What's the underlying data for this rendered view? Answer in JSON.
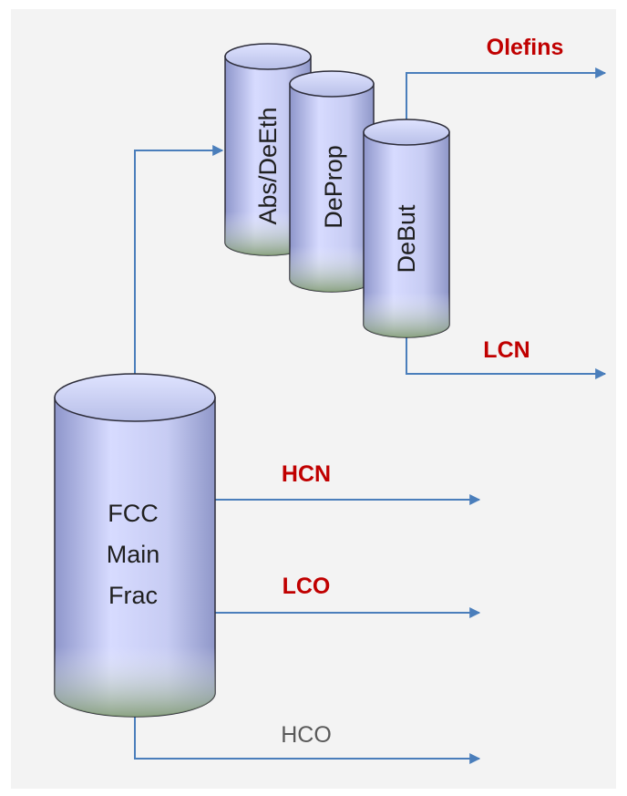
{
  "diagram": {
    "columns": {
      "main_frac": {
        "lines": [
          "FCC",
          "Main",
          "Frac"
        ]
      },
      "abs_deeth": {
        "label": "Abs/DeEth"
      },
      "deprop": {
        "label": "DeProp"
      },
      "debut": {
        "label": "DeBut"
      }
    },
    "streams": {
      "olefins": "Olefins",
      "lcn": "LCN",
      "hcn": "HCN",
      "lco": "LCO",
      "hco": "HCO"
    },
    "colors": {
      "background": "#f3f3f3",
      "flow_line": "#4a7ebb",
      "product_label": "#c00000",
      "hco_label": "#595959",
      "column_top": "#c9cff0",
      "column_body_light": "#d9dcff",
      "column_body_mid": "#9ea6d6",
      "column_bottom": "#8aa07c",
      "column_outline": "#2d2d3a",
      "text": "#1f1f1f"
    }
  }
}
